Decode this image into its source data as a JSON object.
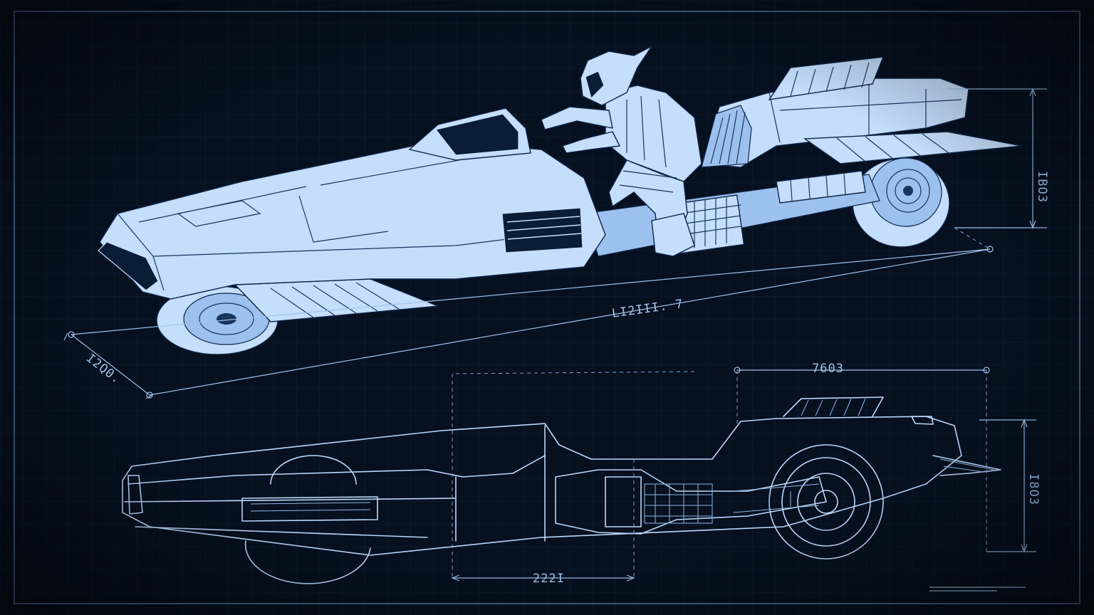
{
  "colors": {
    "background": "#06101f",
    "ink": "#c4defc",
    "linework": "#bcd8fb",
    "dimension": "#9fc2ea"
  },
  "dimensions": {
    "top_view_length": "LI2III. 7",
    "top_view_front_depth": "I2Q0.",
    "top_view_rear_height": "IBO3",
    "side_view_rear_length": "7603",
    "side_view_rear_height": "I8O3",
    "side_view_mid_length": "222I"
  }
}
